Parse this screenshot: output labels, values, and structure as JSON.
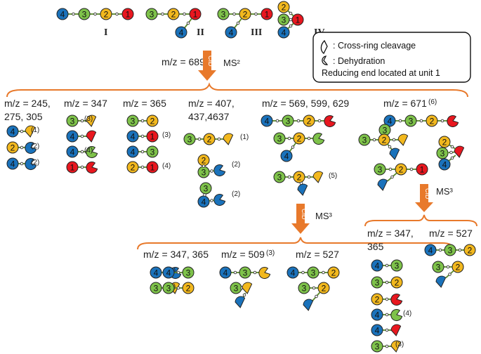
{
  "colors": {
    "1": "#e8171f",
    "2": "#f2b81e",
    "3": "#7ec24a",
    "4": "#1a72bb"
  },
  "roman": [
    "I",
    "II",
    "III",
    "IV"
  ],
  "precursor": "m/z = 689",
  "cid": "CID",
  "ms2": "MS²",
  "ms3": "MS³",
  "legend": {
    "cross": ": Cross-ring cleavage",
    "dehyd": ": Dehydration",
    "reducing": "Reducing end located at unit 1"
  },
  "labels": {
    "g245": [
      "m/z = 245,",
      "275, 305"
    ],
    "g347": "m/z = 347",
    "g365": "m/z = 365",
    "g407": [
      "m/z = 407,",
      "437,4637"
    ],
    "g569": "m/z = 569, 599, 629",
    "g671": "m/z = 671",
    "g671n": "(6)",
    "h347": "m/z = 347, 365",
    "h509": "m/z = 509",
    "h509n": "(3)",
    "h527": "m/z = 527",
    "r347": [
      "m/z = 347,",
      "365"
    ],
    "r527": "m/z = 527"
  },
  "notes": {
    "n1": "(1)",
    "n2": "(2)",
    "n3": "(3)",
    "n4": "(4)",
    "n5": "(5)"
  },
  "digits": [
    "1",
    "2",
    "3",
    "4"
  ]
}
